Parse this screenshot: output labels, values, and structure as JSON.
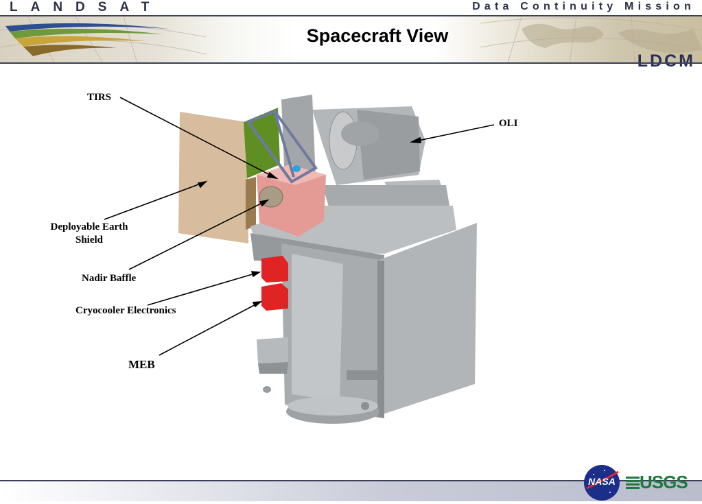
{
  "header": {
    "brand_left": "LANDSAT",
    "brand_right": "Data Continuity Mission",
    "title": "Spacecraft View",
    "logo": "LDCM"
  },
  "labels": {
    "tirs": "TIRS",
    "oli": "OLI",
    "deployable_earth_shield_line1": "Deployable Earth",
    "deployable_earth_shield_line2": "Shield",
    "nadir_baffle": "Nadir Baffle",
    "cryocooler_electronics": "Cryocooler Electronics",
    "meb": "MEB"
  },
  "footer": {
    "nasa": "NASA",
    "usgs": "USGS"
  },
  "colors": {
    "navy": "#2b2f47",
    "spacecraft_gray": "#a9acaf",
    "earth_shield_tan": "#d7bd9e",
    "tirs_pink": "#e49a95",
    "cryocooler_red": "#e02323",
    "panel_green": "#5f8e22"
  }
}
